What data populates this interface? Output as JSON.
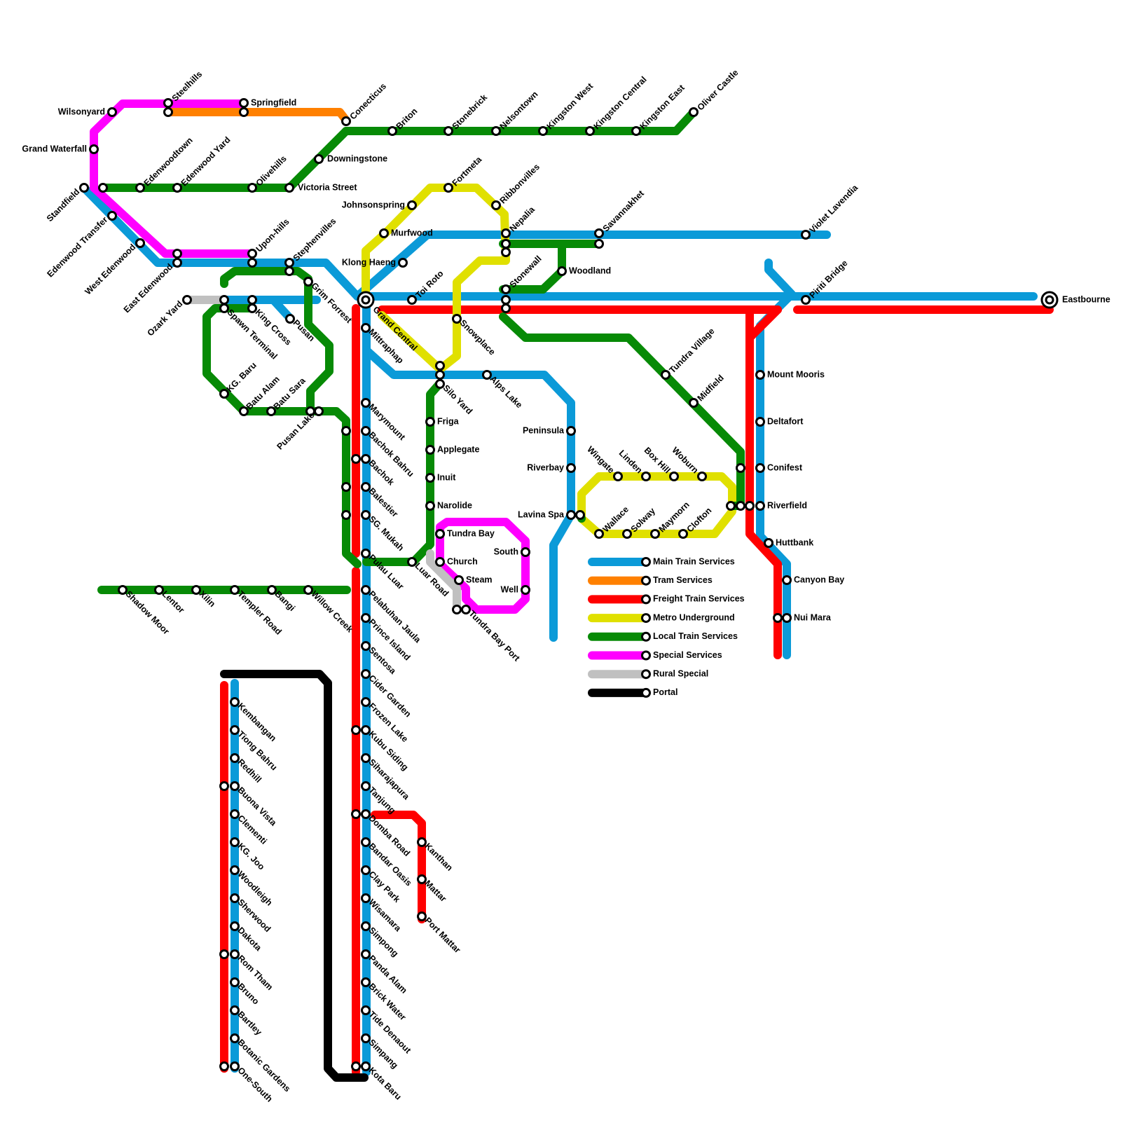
{
  "colors": {
    "main": "#0b9ad8",
    "tram": "#ff8000",
    "freight": "#ff0000",
    "metro": "#e0e000",
    "local": "#078a06",
    "special": "#ff00ff",
    "rural": "#c0c0c0",
    "portal": "#000000"
  },
  "legend": [
    {
      "key": "main",
      "label": "Main Train Services"
    },
    {
      "key": "tram",
      "label": "Tram Services"
    },
    {
      "key": "freight",
      "label": "Freight Train Services"
    },
    {
      "key": "metro",
      "label": "Metro  Underground"
    },
    {
      "key": "local",
      "label": "Local Train Services"
    },
    {
      "key": "special",
      "label": "Special Services"
    },
    {
      "key": "rural",
      "label": "Rural Special"
    },
    {
      "key": "portal",
      "label": "Portal"
    }
  ],
  "stations": [
    "Steelhills",
    "Springfield",
    "Wilsonyard",
    "Conecticus",
    "Briton",
    "Stonebrick",
    "Nelsontown",
    "Kingston West",
    "Kingston Central",
    "Kingston East",
    "Oliver Castle",
    "Grand Waterfall",
    "Edenwoodtown",
    "Edenwood Yard",
    "Olivehills",
    "Downingstone",
    "Victoria Street",
    "Standfield",
    "Edenwood Transfer",
    "West Edenwood",
    "East Edenwood",
    "Upon-hills",
    "Stephenvilles",
    "Grim Forrest",
    "Ozark Yard",
    "Spawn Terminal",
    "King Cross",
    "Pusan",
    "KG. Baru",
    "Batu Alam",
    "Batu Sara",
    "Pusan Lake",
    "Johnsonspring",
    "Fortmeta",
    "Ribbonvilles",
    "Murfwood",
    "Nepalia",
    "Savannakhet",
    "Violet Lavendia",
    "Klong Haeng",
    "Toi Roto",
    "Woodland",
    "Stonewall",
    "Grand Central",
    "Snowplace",
    "Mittraphap",
    "Silo Yard",
    "Alps Lake",
    "Piriti Bridge",
    "Eastbourne",
    "Tundra Village",
    "Midfield",
    "Mount Mooris",
    "Deltafort",
    "Marymount",
    "Bachok Bahru",
    "Bachok",
    "Balestier",
    "SG. Mukah",
    "Pulau Luar",
    "Friga",
    "Applegate",
    "Inuit",
    "Narolide",
    "Tundra Bay",
    "Luar Road",
    "Church",
    "Steam",
    "South",
    "Well",
    "Tundra Bay Port",
    "Peninsula",
    "Riverbay",
    "Lavina Spa",
    "Wingate",
    "Linden",
    "Box Hill",
    "Woburn",
    "Wallace",
    "Solway",
    "Maymorn",
    "Clofton",
    "Conifest",
    "Riverfield",
    "Huttbank",
    "Canyon Bay",
    "Nui Mara",
    "Shadow Moor",
    "Lentor",
    "Xilin",
    "Templer Road",
    "Bangi",
    "Willow Creek",
    "Pelabuhan Jaula",
    "Prince Island",
    "Sentosa",
    "Cider Garden",
    "Frozen Lake",
    "Kubu Siding",
    "Siharajapura",
    "Tanjung",
    "Domba Road",
    "Bandar Oasis",
    "Clay Park",
    "Wisamara",
    "Simpong",
    "Panda Alam",
    "Brick Water",
    "Tide Denaout",
    "Simpang",
    "Kota Baru",
    "Kanthan",
    "Mattar",
    "Port Mattar",
    "Kembangan",
    "Tiong Bahru",
    "Redhill",
    "Buona Vista",
    "Clementi",
    "KG. Joo",
    "Woodleigh",
    "Sherwood",
    "Dakota",
    "Rom Tham",
    "Bruno",
    "Bartley",
    "Botanic Gardens",
    "One-South"
  ]
}
